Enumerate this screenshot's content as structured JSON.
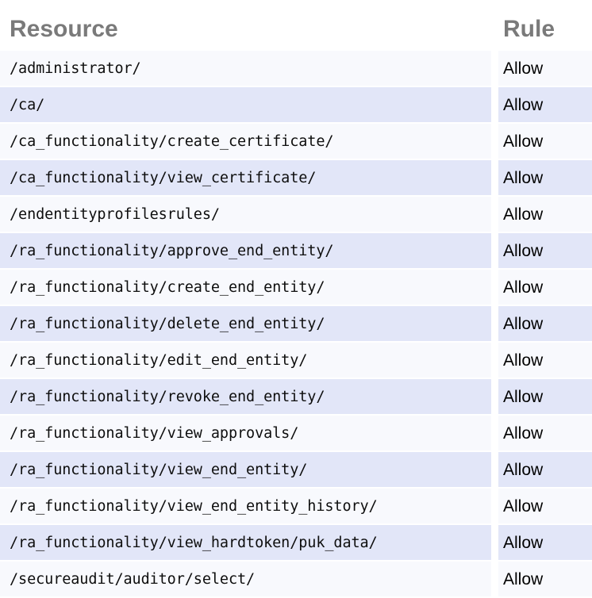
{
  "table": {
    "columns": [
      {
        "key": "resource",
        "label": "Resource"
      },
      {
        "key": "rule",
        "label": "Rule"
      }
    ],
    "colors": {
      "header_text": "#7a7a7a",
      "row_odd_bg": "#f8f9fd",
      "row_even_bg": "#e2e6f8",
      "body_text": "#0e0e0e",
      "page_bg": "#ffffff"
    },
    "row_count": 15,
    "rows": [
      {
        "resource": "/administrator/",
        "rule": "Allow"
      },
      {
        "resource": "/ca/",
        "rule": "Allow"
      },
      {
        "resource": "/ca_functionality/create_certificate/",
        "rule": "Allow"
      },
      {
        "resource": "/ca_functionality/view_certificate/",
        "rule": "Allow"
      },
      {
        "resource": "/endentityprofilesrules/",
        "rule": "Allow"
      },
      {
        "resource": "/ra_functionality/approve_end_entity/",
        "rule": "Allow"
      },
      {
        "resource": "/ra_functionality/create_end_entity/",
        "rule": "Allow"
      },
      {
        "resource": "/ra_functionality/delete_end_entity/",
        "rule": "Allow"
      },
      {
        "resource": "/ra_functionality/edit_end_entity/",
        "rule": "Allow"
      },
      {
        "resource": "/ra_functionality/revoke_end_entity/",
        "rule": "Allow"
      },
      {
        "resource": "/ra_functionality/view_approvals/",
        "rule": "Allow"
      },
      {
        "resource": "/ra_functionality/view_end_entity/",
        "rule": "Allow"
      },
      {
        "resource": "/ra_functionality/view_end_entity_history/",
        "rule": "Allow"
      },
      {
        "resource": "/ra_functionality/view_hardtoken/puk_data/",
        "rule": "Allow"
      },
      {
        "resource": "/secureaudit/auditor/select/",
        "rule": "Allow"
      }
    ]
  }
}
